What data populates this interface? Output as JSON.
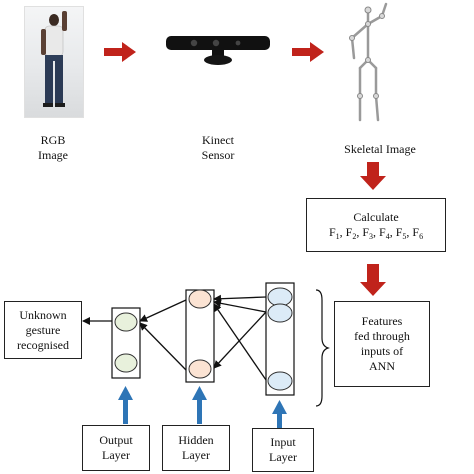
{
  "pipeline": {
    "rgb_label_line1": "RGB",
    "rgb_label_line2": "Image",
    "kinect_label_line1": "Kinect",
    "kinect_label_line2": "Sensor",
    "skeletal_label": "Skeletal Image"
  },
  "calculate_box": {
    "title": "Calculate",
    "features": [
      "F",
      "1",
      ", F",
      "2",
      ", F",
      "3",
      ", F",
      "4",
      ", F",
      "5",
      ", F",
      "6"
    ]
  },
  "features_box": {
    "line1": "Features",
    "line2": "fed through",
    "line3": "inputs of",
    "line4": "ANN"
  },
  "unknown_box": {
    "line1": "Unknown",
    "line2": "gesture",
    "line3": "recognised"
  },
  "layers": {
    "output_line1": "Output",
    "output_line2": "Layer",
    "hidden_line1": "Hidden",
    "hidden_line2": "Layer",
    "input_line1": "Input",
    "input_line2": "Layer"
  },
  "colors": {
    "red_arrow": "#c0231b",
    "blue_arrow": "#2e75b6",
    "output_node": "#e8f1dc",
    "hidden_node": "#fbe3d3",
    "input_node": "#dcebf7"
  }
}
